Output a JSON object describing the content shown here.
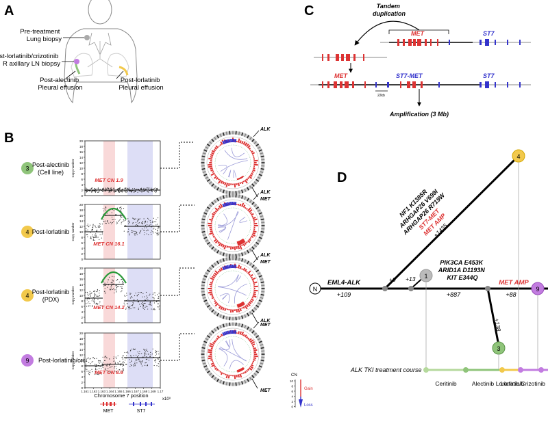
{
  "panels": {
    "a": "A",
    "b": "B",
    "c": "C",
    "d": "D"
  },
  "panel_a": {
    "pre_treatment": [
      "Pre-treatment",
      "Lung biopsy"
    ],
    "post_lorlatinib_crizotinib": [
      "Post-lorlatinib/crizotinib",
      "R axillary LN biopsy"
    ],
    "post_alectinib": [
      "Post-alectinib",
      "Pleural effusion"
    ],
    "post_lorlatinib": [
      "Post-lorlatinib",
      "Pleural effusion"
    ]
  },
  "panel_b": {
    "samples": [
      {
        "num": "3",
        "label": [
          "Post-alectinib",
          "(Cell line)"
        ],
        "color": "#8fc47a",
        "cn": "MET CN 1.9",
        "arc": false
      },
      {
        "num": "4",
        "label": [
          "Post-lorlatinib"
        ],
        "color": "#f2c94c",
        "cn": "MET CN 16.1",
        "arc": true
      },
      {
        "num": "4",
        "label": [
          "Post-lorlatinib",
          "(PDX)"
        ],
        "color": "#f2c94c",
        "cn": "MET CN 14.2",
        "arc": true
      },
      {
        "num": "9",
        "label": [
          "Post-lorlatinib/crizotinib"
        ],
        "color": "#c27ce0",
        "cn": "MET CN 8.6",
        "arc": false
      }
    ],
    "y_axis_label": "Copy number",
    "y_ticks": [
      "0",
      "2",
      "4",
      "6",
      "8",
      "10",
      "12",
      "14",
      "16",
      "18",
      "20"
    ],
    "x_ticks": [
      "1.161",
      "1.162",
      "1.163",
      "1.164",
      "1.165",
      "1.166",
      "1.167",
      "1.168",
      "1.169",
      "1.17"
    ],
    "x_exponent": "x10⁸",
    "x_axis_label": "Chromosome 7 position",
    "gene_met": "MET",
    "gene_st7": "ST7",
    "circos_alk": "ALK",
    "circos_met": "MET",
    "legend": {
      "title": "CN",
      "gain": "Gain",
      "loss": "Loss",
      "ticks": [
        "10",
        "8",
        "6",
        "4",
        "2",
        "0"
      ]
    }
  },
  "panel_c": {
    "tandem": [
      "Tandem",
      "duplication"
    ],
    "met": "MET",
    "st7": "ST7",
    "st7_met": "ST7-MET",
    "scale": "22kb",
    "amplification": "Amplification (3 Mb)"
  },
  "panel_d": {
    "n_node": "N",
    "node_1": "1",
    "node_3": "3",
    "node_4": "4",
    "node_9": "9",
    "eml4_alk": "EML4-ALK",
    "trunk_count": "+109",
    "branch_small": "+9",
    "branch_1": "+13",
    "branch_4_lines": [
      "NF1 K1385R",
      "ARHGAP26 V699I",
      "ARHGAP26 R719W"
    ],
    "branch_4_red_lines": [
      "ST7-MET",
      "MET AMP"
    ],
    "branch_4_count": "+1435",
    "mid_mutations": [
      "PIK3CA E453K",
      "ARID1A D1193N",
      "KIT E344Q"
    ],
    "mid_count": "+887",
    "met_amp": "MET AMP",
    "count_88": "+88",
    "count_138": "+138",
    "course_label": "ALK TKI treatment course",
    "drugs": [
      "Ceritinib",
      "Alectinib",
      "Lorlatinib",
      "Lorlatinib/Crizotinib"
    ],
    "colors": {
      "ceritinib": "#b5d99c",
      "alectinib": "#8fc47a",
      "lorlatinib": "#f2c94c",
      "crizotinib": "#c27ce0"
    }
  }
}
